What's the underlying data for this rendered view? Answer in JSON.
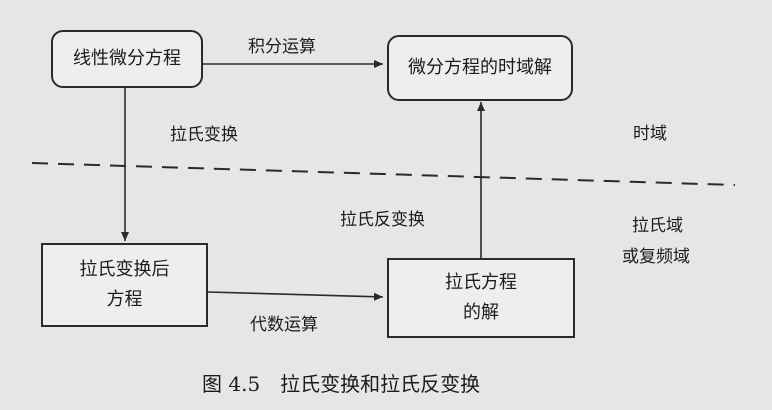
{
  "boxes": {
    "linear_ode": "线性微分方程",
    "ode_time_solution": "微分方程的时域解",
    "laplace_eq_line1": "拉氏变换后",
    "laplace_eq_line2": "方程",
    "laplace_solution_line1": "拉氏方程",
    "laplace_solution_line2": "的解"
  },
  "edge_labels": {
    "integral": "积分运算",
    "laplace_transform": "拉氏变换",
    "inverse_laplace": "拉氏反变换",
    "algebraic": "代数运算"
  },
  "regions": {
    "time_domain": "时域",
    "laplace_domain_line1": "拉氏域",
    "laplace_domain_line2": "或复频域"
  },
  "caption": {
    "number": "图 4.5",
    "title": "拉氏变换和拉氏反变换"
  }
}
